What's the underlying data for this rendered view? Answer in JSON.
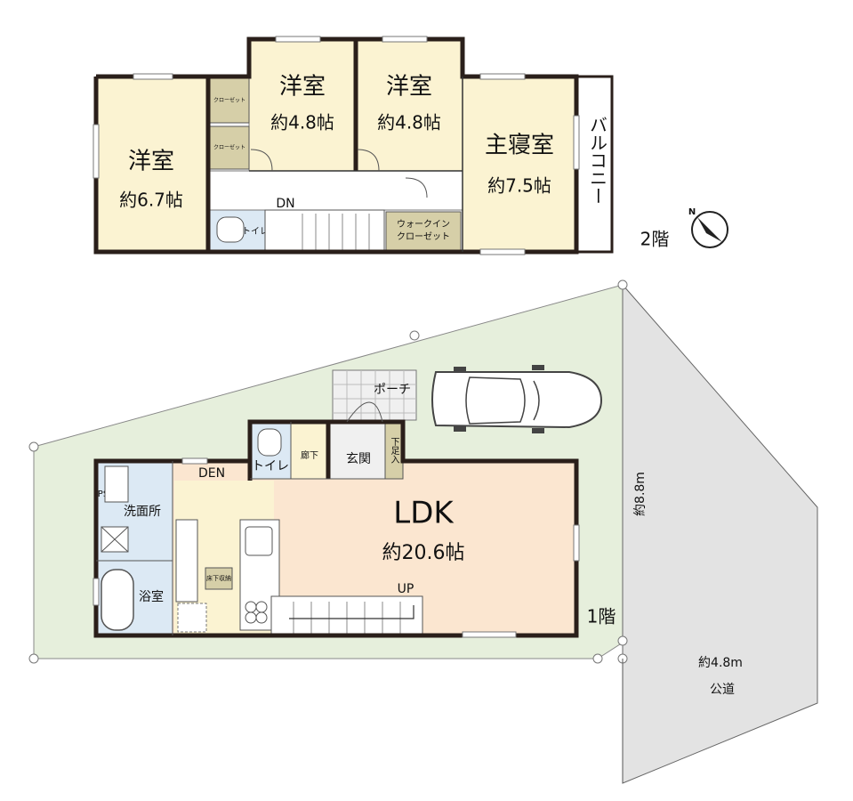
{
  "floor2": {
    "label": "2階",
    "rooms": [
      {
        "name": "洋室",
        "size": "約6.7帖"
      },
      {
        "name": "洋室",
        "size": "約4.8帖"
      },
      {
        "name": "洋室",
        "size": "約4.8帖"
      },
      {
        "name": "主寝室",
        "size": "約7.5帖"
      }
    ],
    "closet_a": "クローゼット",
    "closet_b": "クローゼット",
    "walk_in": "ウォークインクローゼット",
    "walk_in_l1": "ウォークイン",
    "walk_in_l2": "クローゼット",
    "toilet": "トイレ",
    "balcony": "バルコニー",
    "stair": "DN"
  },
  "floor1": {
    "label": "1階",
    "ldk": {
      "name": "LDK",
      "size": "約20.6帖"
    },
    "porch": "ポーチ",
    "entrance": "玄関",
    "hall": "廊下",
    "toilet": "トイレ",
    "washroom": "洗面所",
    "bathroom": "浴室",
    "shoe_box": "下足入",
    "underfloor": "床下収納",
    "ps": "PS",
    "den": "DEN",
    "stair": "UP"
  },
  "site": {
    "frontage": "約8.8m",
    "road_width": "約4.8m",
    "road": "公道"
  }
}
